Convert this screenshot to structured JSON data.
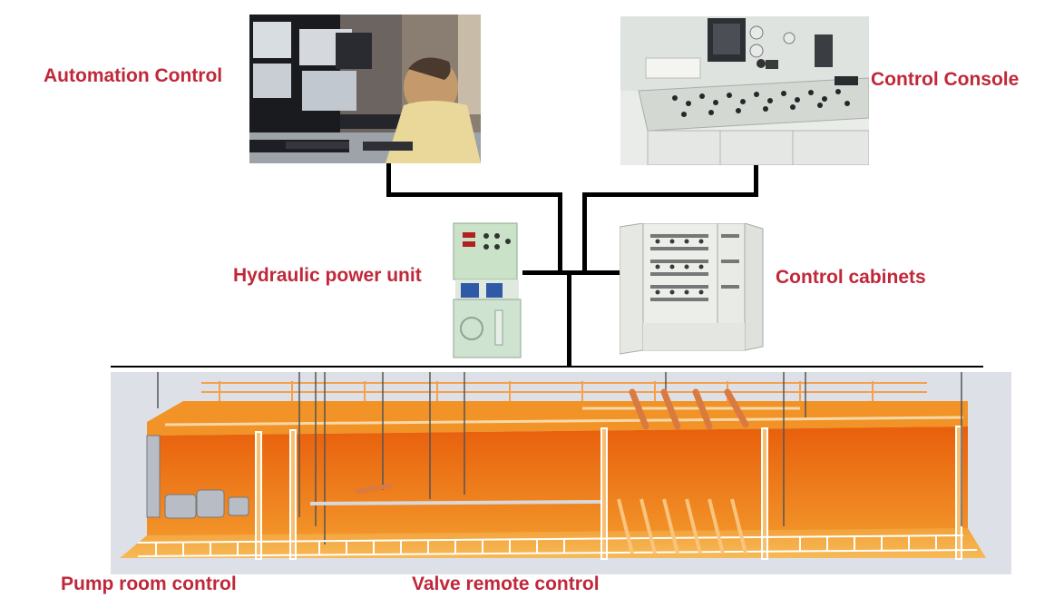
{
  "labels": {
    "automation_control": "Automation Control",
    "control_console": "Control Console",
    "hydraulic_power_unit": "Hydraulic power unit",
    "control_cabinets": "Control cabinets",
    "pump_room_control": "Pump room control",
    "valve_remote_control": "Valve remote control"
  },
  "colors": {
    "label_red": "#c0283a",
    "wire_black": "#000000",
    "tank_orange": "#f08a1c",
    "cabinet_gray": "#e9ebe6",
    "hpu_green": "#cfe5cf"
  },
  "icons": [
    "operator-workstation-image",
    "control-console-image",
    "hydraulic-unit-image",
    "control-cabinet-image",
    "ship-tank-cutaway-image"
  ]
}
